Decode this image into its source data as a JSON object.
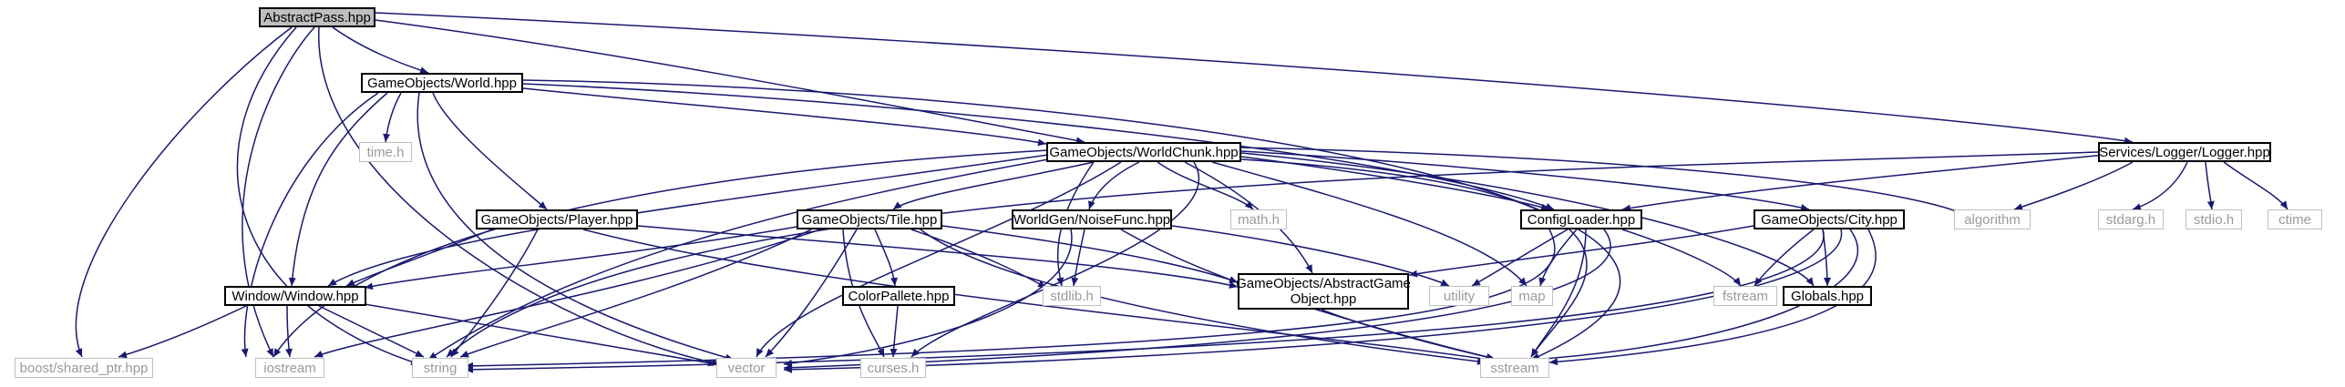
{
  "colors": {
    "edge": "#191970",
    "root_fill": "#bfbfbf",
    "system_border": "#bfbfbf"
  },
  "nodes": {
    "abstractpass": "AbstractPass.hpp",
    "world": "GameObjects/World.hpp",
    "time": "time.h",
    "worldchunk": "GameObjects/WorldChunk.hpp",
    "logger": "Services/Logger/Logger.hpp",
    "player": "GameObjects/Player.hpp",
    "tile": "GameObjects/Tile.hpp",
    "noise": "WorldGen/NoiseFunc.hpp",
    "math": "math.h",
    "config": "ConfigLoader.hpp",
    "city": "GameObjects/City.hpp",
    "algorithm": "algorithm",
    "stdarg": "stdarg.h",
    "stdio": "stdio.h",
    "ctime": "ctime",
    "window": "Window/Window.hpp",
    "colorpallete": "ColorPallete.hpp",
    "stdlib": "stdlib.h",
    "agobject": "GameObjects/AbstractGame\nObject.hpp",
    "utility": "utility",
    "map": "map",
    "fstream": "fstream",
    "globals": "Globals.hpp",
    "boost": "boost/shared_ptr.hpp",
    "iostream": "iostream",
    "string": "string",
    "vector": "vector",
    "curses": "curses.h",
    "sstream": "sstream"
  }
}
